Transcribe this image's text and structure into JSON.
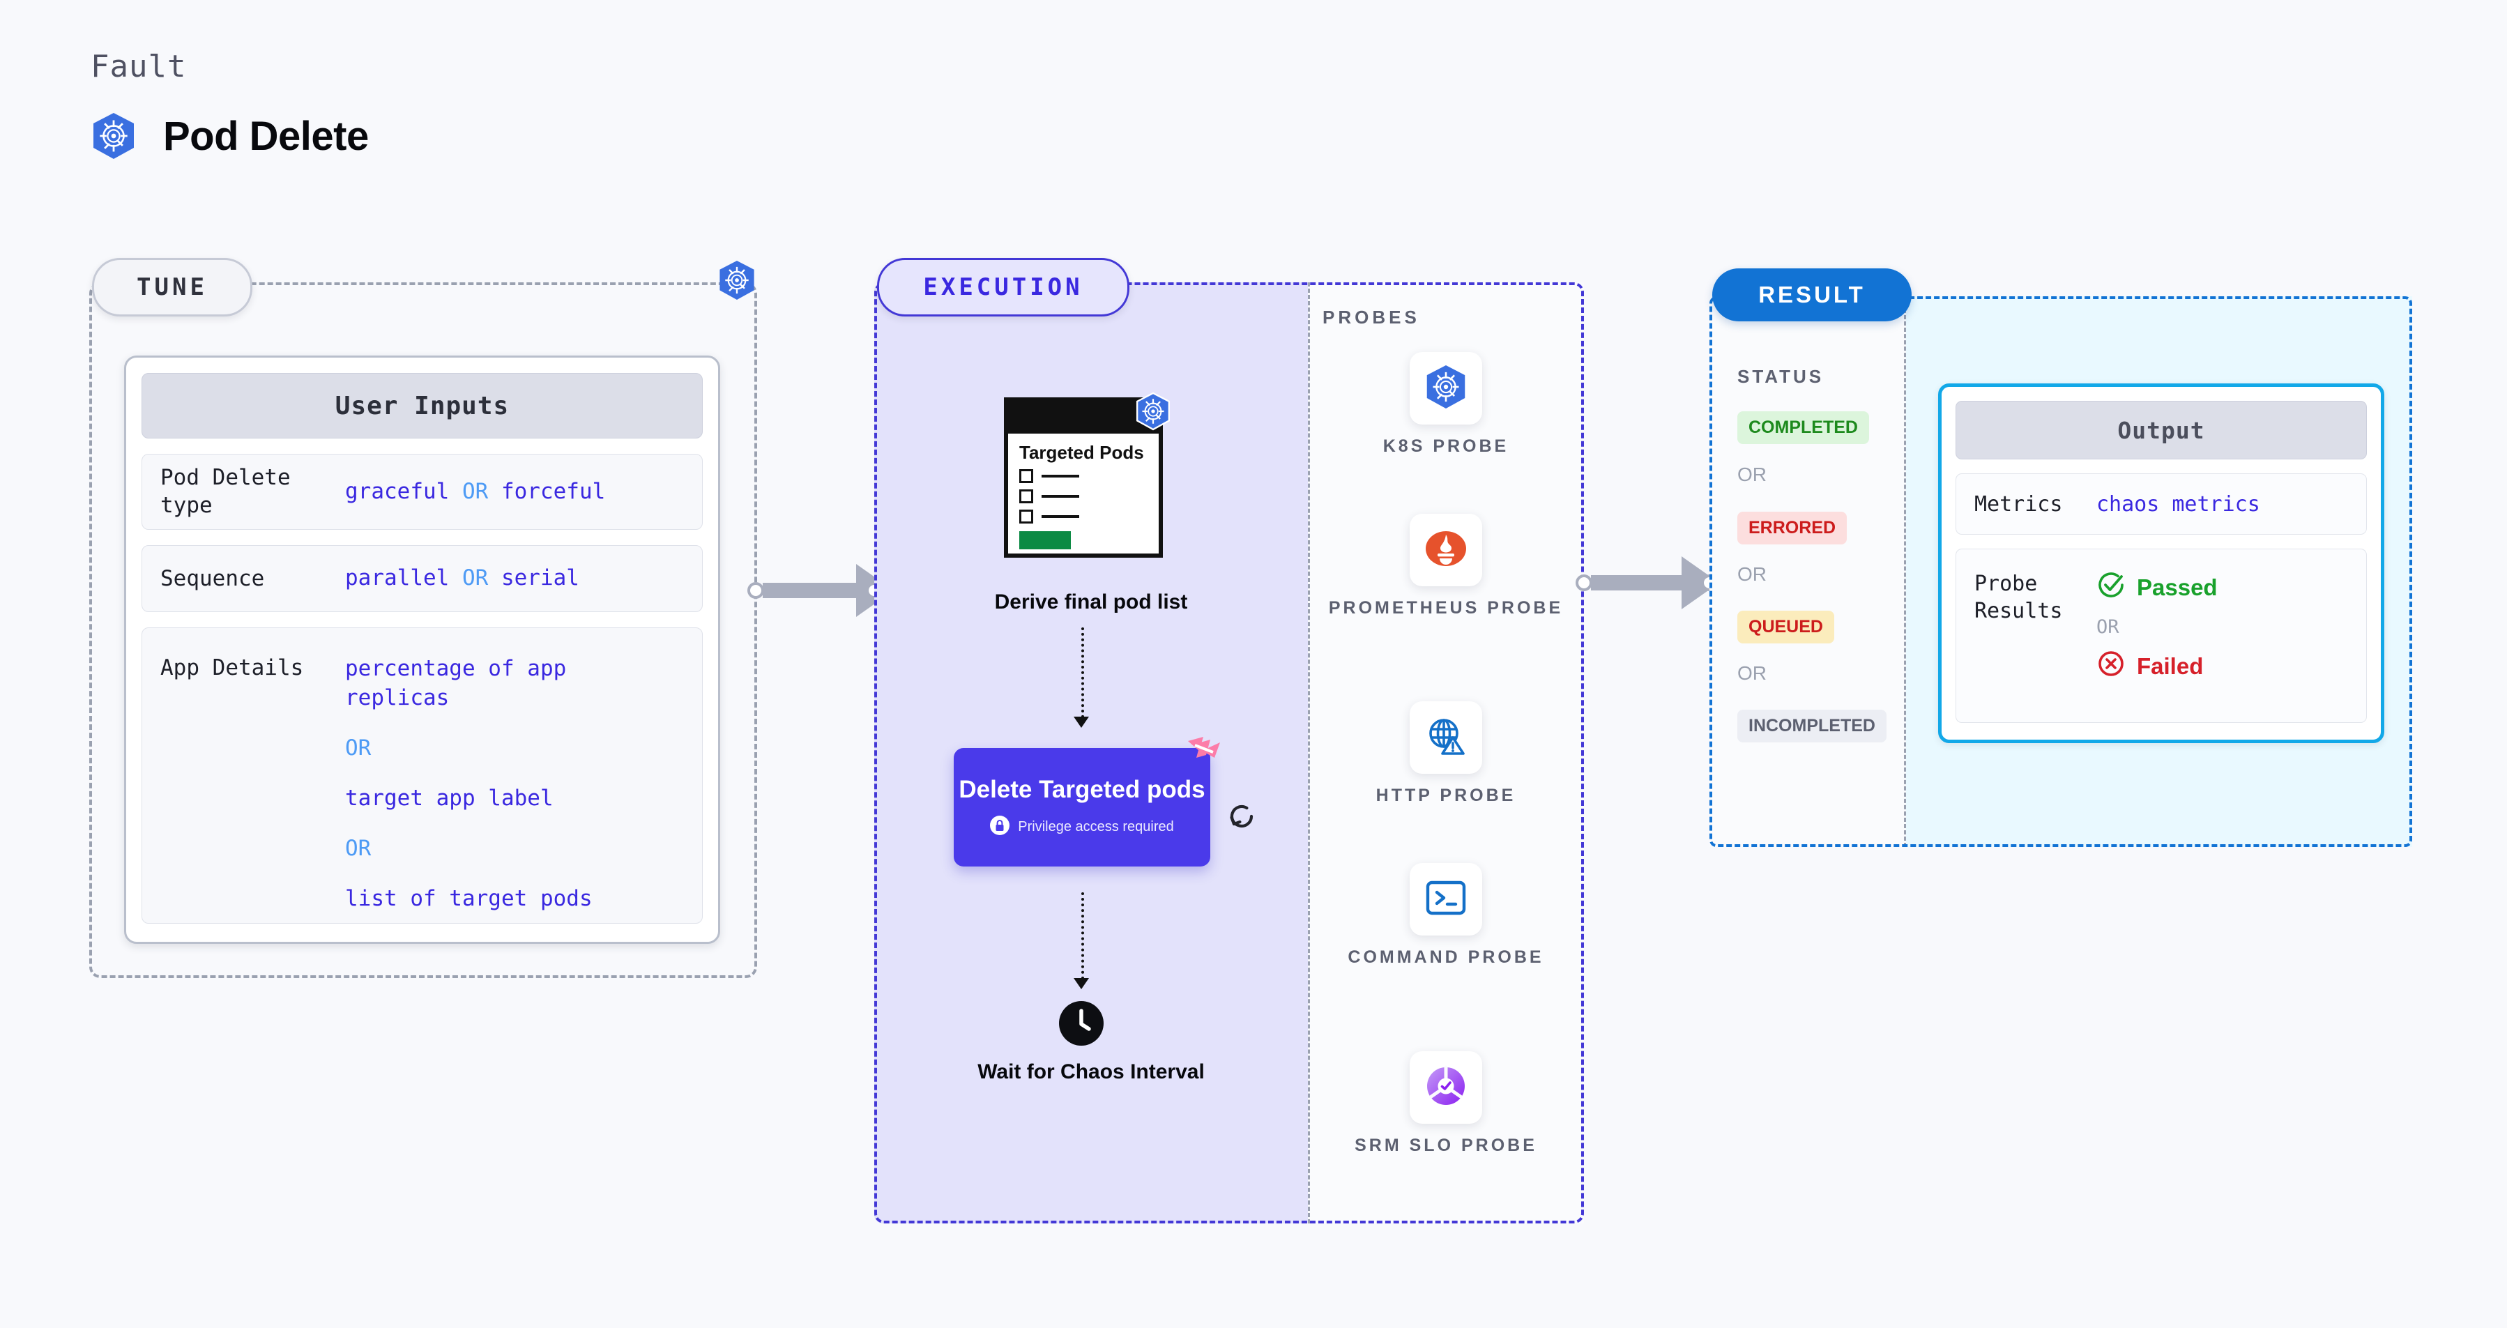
{
  "header": {
    "eyebrow": "Fault",
    "title": "Pod Delete",
    "icon": "kubernetes-icon"
  },
  "tune": {
    "badge": "TUNE",
    "edge_icon": "kubernetes-icon",
    "card": {
      "header": "User Inputs",
      "rows": [
        {
          "key": "Pod Delete type",
          "value_a": "graceful",
          "or": "OR",
          "value_b": "forceful"
        },
        {
          "key": "Sequence",
          "value_a": "parallel",
          "or": "OR",
          "value_b": "serial"
        }
      ],
      "app_details": {
        "key": "App Details",
        "option_1": "percentage of app replicas",
        "or_1": "OR",
        "option_2": "target app label",
        "or_2": "OR",
        "option_3": "list of target pods"
      }
    }
  },
  "execution": {
    "badge": "EXECUTION",
    "pods_card": {
      "title": "Targeted Pods",
      "icon": "kubernetes-icon",
      "checkbox_count": 3
    },
    "derive_label": "Derive final pod list",
    "delete_node": {
      "title": "Delete Targeted pods",
      "subtitle": "Privilege access required",
      "lock_icon": "lock-icon",
      "badge_icon": "harness-logo-icon",
      "loop_icon": "loop-repeat-icon"
    },
    "wait_node": {
      "icon": "clock-icon",
      "label": "Wait for Chaos Interval"
    },
    "probes_label": "PROBES",
    "probes": [
      {
        "label": "K8S PROBE",
        "icon": "kubernetes-icon"
      },
      {
        "label": "PROMETHEUS PROBE",
        "icon": "prometheus-icon"
      },
      {
        "label": "HTTP PROBE",
        "icon": "globe-warning-icon"
      },
      {
        "label": "COMMAND PROBE",
        "icon": "terminal-icon"
      },
      {
        "label": "SRM SLO PROBE",
        "icon": "srm-slo-icon"
      }
    ]
  },
  "result": {
    "badge": "RESULT",
    "status_label": "STATUS",
    "statuses": [
      {
        "label": "COMPLETED",
        "bg": "#dcf5dc",
        "fg": "#1d8a1d"
      },
      {
        "label": "ERRORED",
        "bg": "#fcdede",
        "fg": "#cc1c1c"
      },
      {
        "label": "QUEUED",
        "bg": "#fbecbc",
        "fg": "#cc1c1c"
      },
      {
        "label": "INCOMPLETED",
        "bg": "#eceef4",
        "fg": "#5c6070"
      }
    ],
    "or_text": "OR",
    "output": {
      "header": "Output",
      "metrics_key": "Metrics",
      "metrics_value": "chaos metrics",
      "probe_results_key": "Probe Results",
      "passed": "Passed",
      "failed": "Failed",
      "or": "OR",
      "pass_icon": "check-circle-icon",
      "fail_icon": "x-circle-icon"
    }
  },
  "colors": {
    "canvas": "#f8f9fc",
    "tune_dash": "#9aa1b0",
    "execution_accent": "#4338d6",
    "execution_bg": "#e3e2fb",
    "result_accent": "#1273d4",
    "result_bg": "#e9f9ff",
    "output_border": "#12a8e8",
    "node_purple": "#4a3aea",
    "value_blue": "#3a28e0",
    "or_blue": "#4e9bf5",
    "connector_gray": "#a9aebe"
  }
}
